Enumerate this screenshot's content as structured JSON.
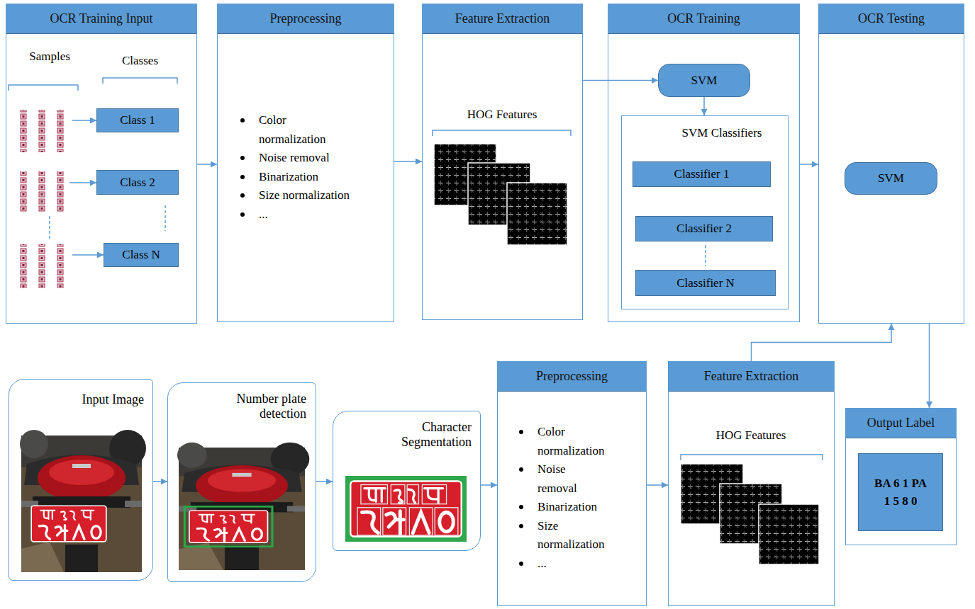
{
  "diagram": {
    "nodes": [
      {
        "text": [
          "OCR Training Input"
        ]
      },
      {
        "text": [
          "Class 1"
        ],
        "in": 0
      },
      {
        "text": [
          "Class 2"
        ],
        "in": 0
      },
      {
        "text": [
          "Class N"
        ],
        "in": 0
      },
      {
        "text": [
          "Preprocessing",
          "Color normalization",
          "Noise removal",
          "Binarization",
          "Size normalization",
          "..."
        ]
      },
      {
        "text": [
          "Feature Extraction",
          "HOG Features"
        ]
      },
      {
        "text": [
          "OCR Training"
        ]
      },
      {
        "text": [
          "SVM"
        ],
        "in": 6
      },
      {
        "text": [
          "SVM Classifiers"
        ],
        "in": 6
      },
      {
        "text": [
          "Classifier 1"
        ],
        "in": 8
      },
      {
        "text": [
          "Classifier 2"
        ],
        "in": 8
      },
      {
        "text": [
          "Classifier N"
        ],
        "in": 8
      },
      {
        "text": [
          "OCR Testing"
        ]
      },
      {
        "text": [
          "SVM"
        ],
        "in": 12
      },
      {
        "text": [
          "Input Image"
        ]
      },
      {
        "text": [
          "Number plate detection"
        ]
      },
      {
        "text": [
          "Character Segmentation"
        ]
      },
      {
        "text": [
          "Preprocessing",
          "Color normalization",
          "Noise removal",
          "Binarization",
          "Size normalization",
          "..."
        ]
      },
      {
        "text": [
          "Feature Extraction",
          "HOG Features"
        ]
      },
      {
        "text": [
          "Output Label"
        ]
      },
      {
        "text": [
          "BA 6 1 PA 1 5 8 0"
        ],
        "in": 19
      }
    ],
    "edges": [
      {
        "from": 0,
        "to": 4,
        "arrow": "to"
      },
      {
        "from": 4,
        "to": 5,
        "arrow": "to"
      },
      {
        "from": 5,
        "to": 7,
        "arrow": "to"
      },
      {
        "from": 7,
        "to": 8,
        "arrow": "to"
      },
      {
        "from": 6,
        "to": 12,
        "arrow": "to"
      },
      {
        "from": 14,
        "to": 15,
        "arrow": "to"
      },
      {
        "from": 15,
        "to": 16,
        "arrow": "to"
      },
      {
        "from": 16,
        "to": 17,
        "arrow": "to"
      },
      {
        "from": 17,
        "to": 18,
        "arrow": "to"
      },
      {
        "from": 18,
        "to": 12,
        "arrow": "to"
      },
      {
        "from": 12,
        "to": 19,
        "arrow": "to"
      }
    ],
    "labels": [
      "Samples",
      "Classes"
    ]
  }
}
